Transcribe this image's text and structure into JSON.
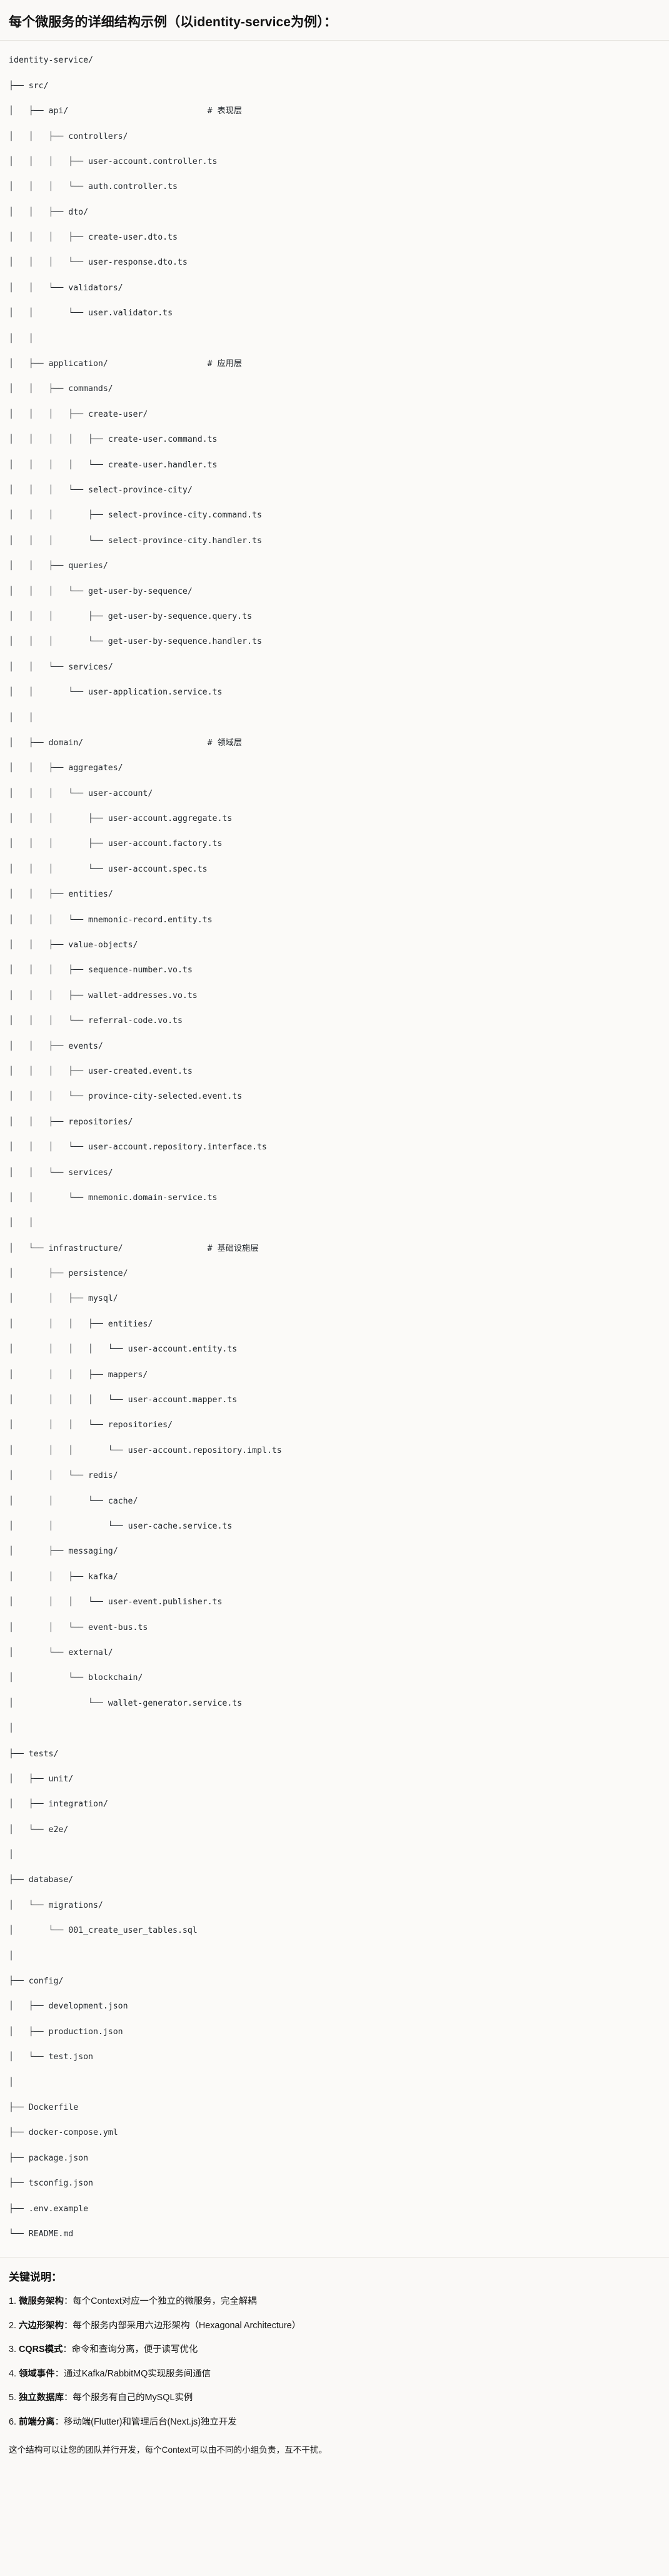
{
  "header": {
    "title": "每个微服务的详细结构示例（以identity-service为例）："
  },
  "tree": {
    "root": "identity-service/",
    "lines": [
      {
        "prefix": "",
        "name": "identity-service/",
        "comment": ""
      },
      {
        "prefix": "├── ",
        "name": "src/",
        "comment": ""
      },
      {
        "prefix": "│   ├── ",
        "name": "api/",
        "comment": "# 表现层"
      },
      {
        "prefix": "│   │   ├── ",
        "name": "controllers/",
        "comment": ""
      },
      {
        "prefix": "│   │   │   ├── ",
        "name": "user-account.controller.ts",
        "comment": ""
      },
      {
        "prefix": "│   │   │   └── ",
        "name": "auth.controller.ts",
        "comment": ""
      },
      {
        "prefix": "│   │   ├── ",
        "name": "dto/",
        "comment": ""
      },
      {
        "prefix": "│   │   │   ├── ",
        "name": "create-user.dto.ts",
        "comment": ""
      },
      {
        "prefix": "│   │   │   └── ",
        "name": "user-response.dto.ts",
        "comment": ""
      },
      {
        "prefix": "│   │   └── ",
        "name": "validators/",
        "comment": ""
      },
      {
        "prefix": "│   │       └── ",
        "name": "user.validator.ts",
        "comment": ""
      },
      {
        "prefix": "│   │",
        "name": "",
        "comment": ""
      },
      {
        "prefix": "│   ├── ",
        "name": "application/",
        "comment": "# 应用层"
      },
      {
        "prefix": "│   │   ├── ",
        "name": "commands/",
        "comment": ""
      },
      {
        "prefix": "│   │   │   ├── ",
        "name": "create-user/",
        "comment": ""
      },
      {
        "prefix": "│   │   │   │   ├── ",
        "name": "create-user.command.ts",
        "comment": ""
      },
      {
        "prefix": "│   │   │   │   └── ",
        "name": "create-user.handler.ts",
        "comment": ""
      },
      {
        "prefix": "│   │   │   └── ",
        "name": "select-province-city/",
        "comment": ""
      },
      {
        "prefix": "│   │   │       ├── ",
        "name": "select-province-city.command.ts",
        "comment": ""
      },
      {
        "prefix": "│   │   │       └── ",
        "name": "select-province-city.handler.ts",
        "comment": ""
      },
      {
        "prefix": "│   │   ├── ",
        "name": "queries/",
        "comment": ""
      },
      {
        "prefix": "│   │   │   └── ",
        "name": "get-user-by-sequence/",
        "comment": ""
      },
      {
        "prefix": "│   │   │       ├── ",
        "name": "get-user-by-sequence.query.ts",
        "comment": ""
      },
      {
        "prefix": "│   │   │       └── ",
        "name": "get-user-by-sequence.handler.ts",
        "comment": ""
      },
      {
        "prefix": "│   │   └── ",
        "name": "services/",
        "comment": ""
      },
      {
        "prefix": "│   │       └── ",
        "name": "user-application.service.ts",
        "comment": ""
      },
      {
        "prefix": "│   │",
        "name": "",
        "comment": ""
      },
      {
        "prefix": "│   ├── ",
        "name": "domain/",
        "comment": "# 领域层"
      },
      {
        "prefix": "│   │   ├── ",
        "name": "aggregates/",
        "comment": ""
      },
      {
        "prefix": "│   │   │   └── ",
        "name": "user-account/",
        "comment": ""
      },
      {
        "prefix": "│   │   │       ├── ",
        "name": "user-account.aggregate.ts",
        "comment": ""
      },
      {
        "prefix": "│   │   │       ├── ",
        "name": "user-account.factory.ts",
        "comment": ""
      },
      {
        "prefix": "│   │   │       └── ",
        "name": "user-account.spec.ts",
        "comment": ""
      },
      {
        "prefix": "│   │   ├── ",
        "name": "entities/",
        "comment": ""
      },
      {
        "prefix": "│   │   │   └── ",
        "name": "mnemonic-record.entity.ts",
        "comment": ""
      },
      {
        "prefix": "│   │   ├── ",
        "name": "value-objects/",
        "comment": ""
      },
      {
        "prefix": "│   │   │   ├── ",
        "name": "sequence-number.vo.ts",
        "comment": ""
      },
      {
        "prefix": "│   │   │   ├── ",
        "name": "wallet-addresses.vo.ts",
        "comment": ""
      },
      {
        "prefix": "│   │   │   └── ",
        "name": "referral-code.vo.ts",
        "comment": ""
      },
      {
        "prefix": "│   │   ├── ",
        "name": "events/",
        "comment": ""
      },
      {
        "prefix": "│   │   │   ├── ",
        "name": "user-created.event.ts",
        "comment": ""
      },
      {
        "prefix": "│   │   │   └── ",
        "name": "province-city-selected.event.ts",
        "comment": ""
      },
      {
        "prefix": "│   │   ├── ",
        "name": "repositories/",
        "comment": ""
      },
      {
        "prefix": "│   │   │   └── ",
        "name": "user-account.repository.interface.ts",
        "comment": ""
      },
      {
        "prefix": "│   │   └── ",
        "name": "services/",
        "comment": ""
      },
      {
        "prefix": "│   │       └── ",
        "name": "mnemonic.domain-service.ts",
        "comment": ""
      },
      {
        "prefix": "│   │",
        "name": "",
        "comment": ""
      },
      {
        "prefix": "│   └── ",
        "name": "infrastructure/",
        "comment": "# 基础设施层"
      },
      {
        "prefix": "│       ├── ",
        "name": "persistence/",
        "comment": ""
      },
      {
        "prefix": "│       │   ├── ",
        "name": "mysql/",
        "comment": ""
      },
      {
        "prefix": "│       │   │   ├── ",
        "name": "entities/",
        "comment": ""
      },
      {
        "prefix": "│       │   │   │   └── ",
        "name": "user-account.entity.ts",
        "comment": ""
      },
      {
        "prefix": "│       │   │   ├── ",
        "name": "mappers/",
        "comment": ""
      },
      {
        "prefix": "│       │   │   │   └── ",
        "name": "user-account.mapper.ts",
        "comment": ""
      },
      {
        "prefix": "│       │   │   └── ",
        "name": "repositories/",
        "comment": ""
      },
      {
        "prefix": "│       │   │       └── ",
        "name": "user-account.repository.impl.ts",
        "comment": ""
      },
      {
        "prefix": "│       │   └── ",
        "name": "redis/",
        "comment": ""
      },
      {
        "prefix": "│       │       └── ",
        "name": "cache/",
        "comment": ""
      },
      {
        "prefix": "│       │           └── ",
        "name": "user-cache.service.ts",
        "comment": ""
      },
      {
        "prefix": "│       ├── ",
        "name": "messaging/",
        "comment": ""
      },
      {
        "prefix": "│       │   ├── ",
        "name": "kafka/",
        "comment": ""
      },
      {
        "prefix": "│       │   │   └── ",
        "name": "user-event.publisher.ts",
        "comment": ""
      },
      {
        "prefix": "│       │   └── ",
        "name": "event-bus.ts",
        "comment": ""
      },
      {
        "prefix": "│       └── ",
        "name": "external/",
        "comment": ""
      },
      {
        "prefix": "│           └── ",
        "name": "blockchain/",
        "comment": ""
      },
      {
        "prefix": "│               └── ",
        "name": "wallet-generator.service.ts",
        "comment": ""
      },
      {
        "prefix": "│",
        "name": "",
        "comment": ""
      },
      {
        "prefix": "├── ",
        "name": "tests/",
        "comment": ""
      },
      {
        "prefix": "│   ├── ",
        "name": "unit/",
        "comment": ""
      },
      {
        "prefix": "│   ├── ",
        "name": "integration/",
        "comment": ""
      },
      {
        "prefix": "│   └── ",
        "name": "e2e/",
        "comment": ""
      },
      {
        "prefix": "│",
        "name": "",
        "comment": ""
      },
      {
        "prefix": "├── ",
        "name": "database/",
        "comment": ""
      },
      {
        "prefix": "│   └── ",
        "name": "migrations/",
        "comment": ""
      },
      {
        "prefix": "│       └── ",
        "name": "001_create_user_tables.sql",
        "comment": ""
      },
      {
        "prefix": "│",
        "name": "",
        "comment": ""
      },
      {
        "prefix": "├── ",
        "name": "config/",
        "comment": ""
      },
      {
        "prefix": "│   ├── ",
        "name": "development.json",
        "comment": ""
      },
      {
        "prefix": "│   ├── ",
        "name": "production.json",
        "comment": ""
      },
      {
        "prefix": "│   └── ",
        "name": "test.json",
        "comment": ""
      },
      {
        "prefix": "│",
        "name": "",
        "comment": ""
      },
      {
        "prefix": "├── ",
        "name": "Dockerfile",
        "comment": ""
      },
      {
        "prefix": "├── ",
        "name": "docker-compose.yml",
        "comment": ""
      },
      {
        "prefix": "├── ",
        "name": "package.json",
        "comment": ""
      },
      {
        "prefix": "├── ",
        "name": "tsconfig.json",
        "comment": ""
      },
      {
        "prefix": "├── ",
        "name": ".env.example",
        "comment": ""
      },
      {
        "prefix": "└── ",
        "name": "README.md",
        "comment": ""
      }
    ],
    "comment_column": 40
  },
  "notes": {
    "title": "关键说明：",
    "items": [
      {
        "num": "1.",
        "term": "微服务架构",
        "sep": "：",
        "desc": "每个Context对应一个独立的微服务，完全解耦"
      },
      {
        "num": "2.",
        "term": "六边形架构",
        "sep": "：",
        "desc": "每个服务内部采用六边形架构（Hexagonal Architecture）"
      },
      {
        "num": "3.",
        "term": "CQRS模式",
        "sep": "：",
        "desc": "命令和查询分离，便于读写优化"
      },
      {
        "num": "4.",
        "term": "领域事件",
        "sep": "：",
        "desc": "通过Kafka/RabbitMQ实现服务间通信"
      },
      {
        "num": "5.",
        "term": "独立数据库",
        "sep": "：",
        "desc": "每个服务有自己的MySQL实例"
      },
      {
        "num": "6.",
        "term": "前端分离",
        "sep": "：",
        "desc": "移动端(Flutter)和管理后台(Next.js)独立开发"
      }
    ],
    "closing": "这个结构可以让您的团队并行开发，每个Context可以由不同的小组负责，互不干扰。"
  }
}
